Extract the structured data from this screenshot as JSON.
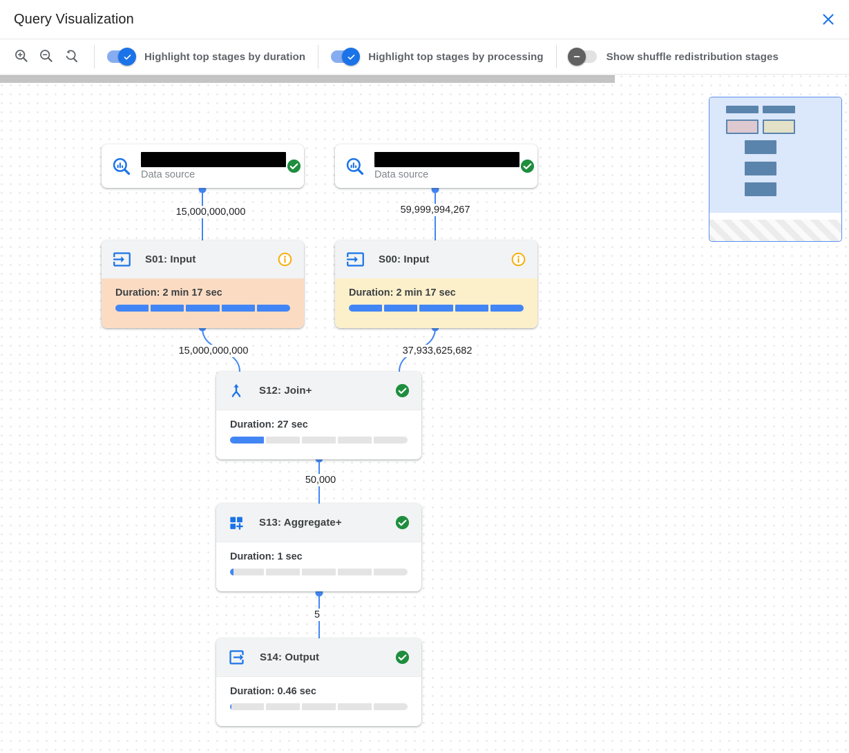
{
  "window": {
    "title": "Query Visualization",
    "close_icon": "close"
  },
  "toolbar": {
    "zoom_controls": [
      {
        "name": "zoom-in",
        "icon": "magnifier-plus"
      },
      {
        "name": "zoom-out",
        "icon": "magnifier-minus"
      },
      {
        "name": "zoom-reset",
        "icon": "magnifier-reset"
      }
    ],
    "toggles": [
      {
        "label": "Highlight top stages by duration",
        "state": "on"
      },
      {
        "label": "Highlight top stages by processing",
        "state": "on"
      },
      {
        "label": "Show shuffle redistribution stages",
        "state": "off"
      }
    ]
  },
  "colors": {
    "accent-blue": "#1a73e8",
    "edge-blue": "#4285f4",
    "bar-blue": "#4285f4",
    "bar-track": "#e4e4e4",
    "success-green": "#1e8e3e",
    "warning-orange": "#f9ab00",
    "duration-highlight": "#fbdcc3",
    "processing-highlight": "#fcf0cb",
    "header-gray": "#f1f3f4",
    "toggle-on-track": "#87adf1",
    "toggle-off-track": "#e2e2e2"
  },
  "graph": {
    "nodes": [
      {
        "id": "ds-left",
        "type": "data_source",
        "sublabel": "Data source",
        "name_redacted": true,
        "status": "completed"
      },
      {
        "id": "ds-right",
        "type": "data_source",
        "sublabel": "Data source",
        "name_redacted": true,
        "status": "completed"
      },
      {
        "id": "S01",
        "title": "S01: Input",
        "duration": "Duration: 2 min 17 sec",
        "progress_pct": 100,
        "highlight": "duration",
        "status": "info"
      },
      {
        "id": "S00",
        "title": "S00: Input",
        "duration": "Duration: 2 min 17 sec",
        "progress_pct": 100,
        "highlight": "processing",
        "status": "info"
      },
      {
        "id": "S12",
        "title": "S12: Join+",
        "duration": "Duration: 27 sec",
        "progress_pct": 20,
        "highlight": "none",
        "status": "completed"
      },
      {
        "id": "S13",
        "title": "S13: Aggregate+",
        "duration": "Duration: 1 sec",
        "progress_pct": 2,
        "highlight": "none",
        "status": "completed"
      },
      {
        "id": "S14",
        "title": "S14: Output",
        "duration": "Duration: 0.46 sec",
        "progress_pct": 1,
        "highlight": "none",
        "status": "completed"
      }
    ],
    "edges": [
      {
        "from": "ds-left",
        "to": "S01",
        "rows": "15,000,000,000"
      },
      {
        "from": "ds-right",
        "to": "S00",
        "rows": "59,999,994,267"
      },
      {
        "from": "S01",
        "to": "S12",
        "rows": "15,000,000,000"
      },
      {
        "from": "S00",
        "to": "S12",
        "rows": "37,933,625,682"
      },
      {
        "from": "S12",
        "to": "S13",
        "rows": "50,000"
      },
      {
        "from": "S13",
        "to": "S14",
        "rows": "5"
      }
    ]
  },
  "minimap": {
    "visible": true,
    "node_count": 7
  }
}
